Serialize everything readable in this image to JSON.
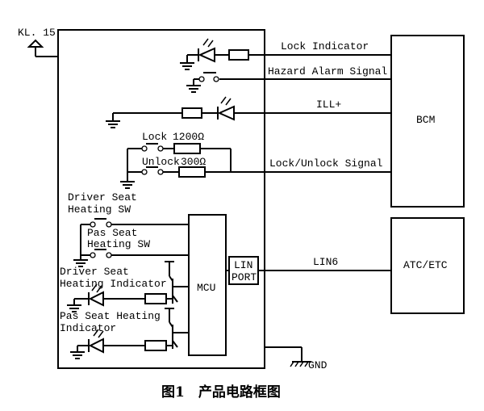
{
  "power_label": "KL. 15",
  "gnd_label": "GND",
  "modules": {
    "bcm": "BCM",
    "atc": "ATC/ETC",
    "mcu": "MCU",
    "lin_port_1": "LIN",
    "lin_port_2": "PORT"
  },
  "signals": {
    "lock_indicator": "Lock Indicator",
    "hazard": "Hazard Alarm Signal",
    "ill": "ILL+",
    "lock_unlock": "Lock/Unlock Signal",
    "lin6": "LIN6"
  },
  "switches": {
    "lock": "Lock",
    "unlock": "Unlock",
    "r_lock": "1200Ω",
    "r_unlock": "300Ω",
    "driver_seat_1": "Driver Seat",
    "driver_seat_2": "Heating SW",
    "pas_seat_1": "Pas Seat",
    "pas_seat_2": "Heating SW",
    "driver_ind_1": "Driver Seat",
    "driver_ind_2": "Heating Indicator",
    "pas_ind_1": "Pas Seat Heating",
    "pas_ind_2": "Indicator"
  },
  "caption": "图1　产品电路框图"
}
